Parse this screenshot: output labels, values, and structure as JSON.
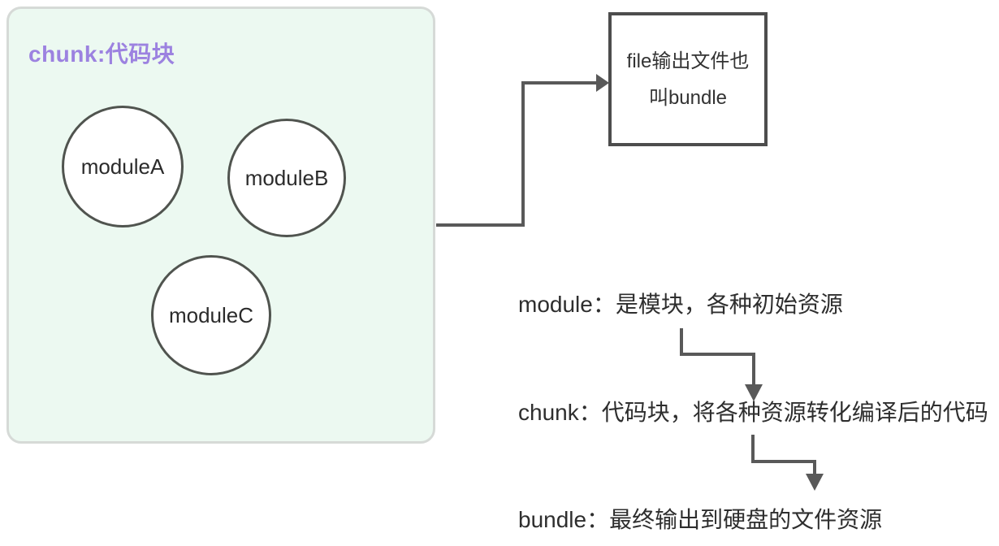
{
  "diagram": {
    "chunk_box": {
      "title": "chunk:代码块",
      "modules": [
        "moduleA",
        "moduleB",
        "moduleC"
      ]
    },
    "file_box": {
      "line1": "file输出文件也",
      "line2": "叫bundle"
    },
    "notes": {
      "module": "module：是模块，各种初始资源",
      "chunk": "chunk：代码块，将各种资源转化编译后的代码",
      "bundle": "bundle：最终输出到硬盘的文件资源"
    },
    "arrows": [
      {
        "name": "chunk-box-to-file-box",
        "direction": "right"
      },
      {
        "name": "module-note-to-chunk-note",
        "direction": "down"
      },
      {
        "name": "chunk-note-to-bundle-note",
        "direction": "down"
      }
    ],
    "colors": {
      "title_purple": "#9c82e0",
      "chunk_box_bg": "#ecf9f1",
      "chunk_box_border": "#d6dad7",
      "shape_stroke": "#50544f",
      "file_box_border": "#4d4d4d",
      "arrow": "#595959",
      "text": "#2e2e2e"
    }
  }
}
